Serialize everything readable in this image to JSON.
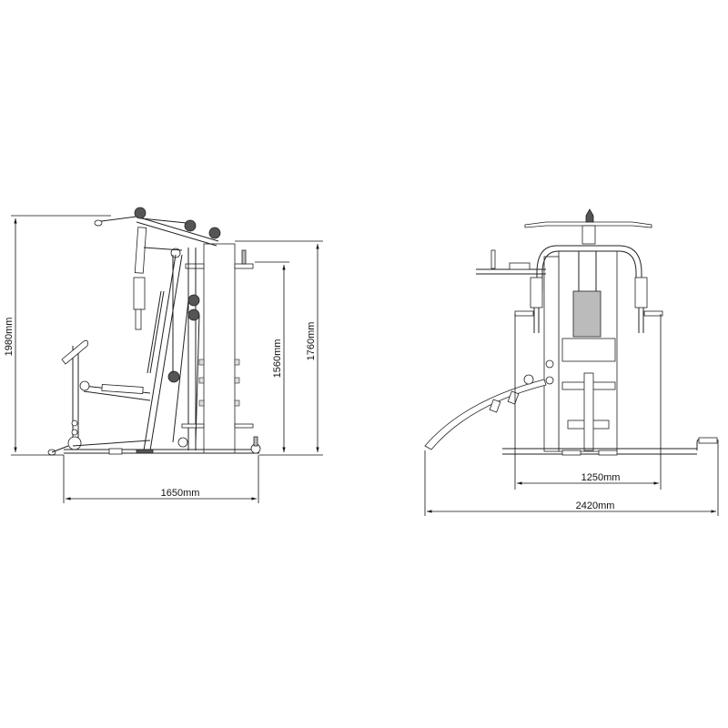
{
  "diagram": {
    "side_view": {
      "height_total": "1980mm",
      "height_mid": "1560mm",
      "height_tower": "1760mm",
      "depth": "1650mm"
    },
    "front_view": {
      "frame_width": "1250mm",
      "total_width": "2420mm"
    }
  }
}
